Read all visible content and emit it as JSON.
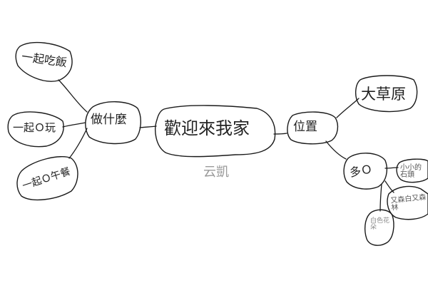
{
  "diagram": {
    "type": "mind-map",
    "style": "hand-drawn",
    "colors": {
      "ink": "#1a1a1a",
      "faint_ink": "#9a9a9a",
      "background": "#ffffff"
    },
    "center": {
      "id": "center",
      "label": "歡迎來我家"
    },
    "signature": "云凱",
    "branches": [
      {
        "id": "what-to-do",
        "label": "做什麼",
        "children": [
          {
            "id": "eat-together",
            "label": "一起吃飯"
          },
          {
            "id": "play-together",
            "label": "一起Ｏ玩"
          },
          {
            "id": "lunch-together",
            "label": "一起Ｏ午餐"
          }
        ]
      },
      {
        "id": "location",
        "label": "位置",
        "children": [
          {
            "id": "grassland",
            "label": "大草原"
          },
          {
            "id": "scenery",
            "label": "多Ｏ",
            "children": [
              {
                "id": "small-stones",
                "label": "小小的石頭"
              },
              {
                "id": "forest",
                "label": "又森白又森林"
              },
              {
                "id": "flowers",
                "label": "白色花朵"
              }
            ]
          }
        ]
      }
    ]
  }
}
